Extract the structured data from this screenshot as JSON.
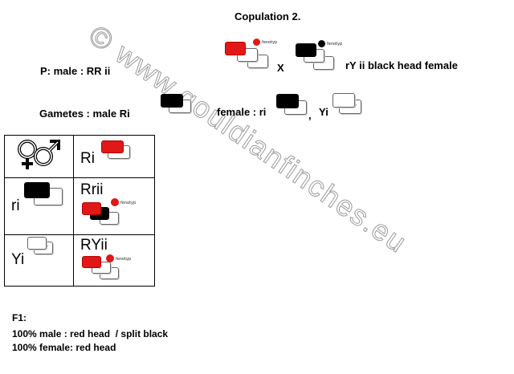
{
  "title": "Copulation 2.",
  "parents": {
    "male_label": "P: male : RR ii",
    "cross_symbol": "X",
    "female_label": "rY ii black head female",
    "fenotyp": "fenotyp"
  },
  "gametes": {
    "male_label": "Gametes : male Ri",
    "female_label": "female : ri",
    "comma": ",",
    "female_second": "Yi"
  },
  "punnett": {
    "header_col": "Ri",
    "rows": [
      {
        "gamete": "ri",
        "offspring": "Rrii"
      },
      {
        "gamete": "Yi",
        "offspring": "RYii"
      }
    ],
    "y_mark": "Y"
  },
  "f1": {
    "heading": "F1:",
    "line1": "100% male : red head  / split black",
    "line2": "100% female: red head"
  },
  "watermark": "© www.gouldianfinches.eu",
  "colors": {
    "red": "#e01818",
    "black": "#000000"
  }
}
